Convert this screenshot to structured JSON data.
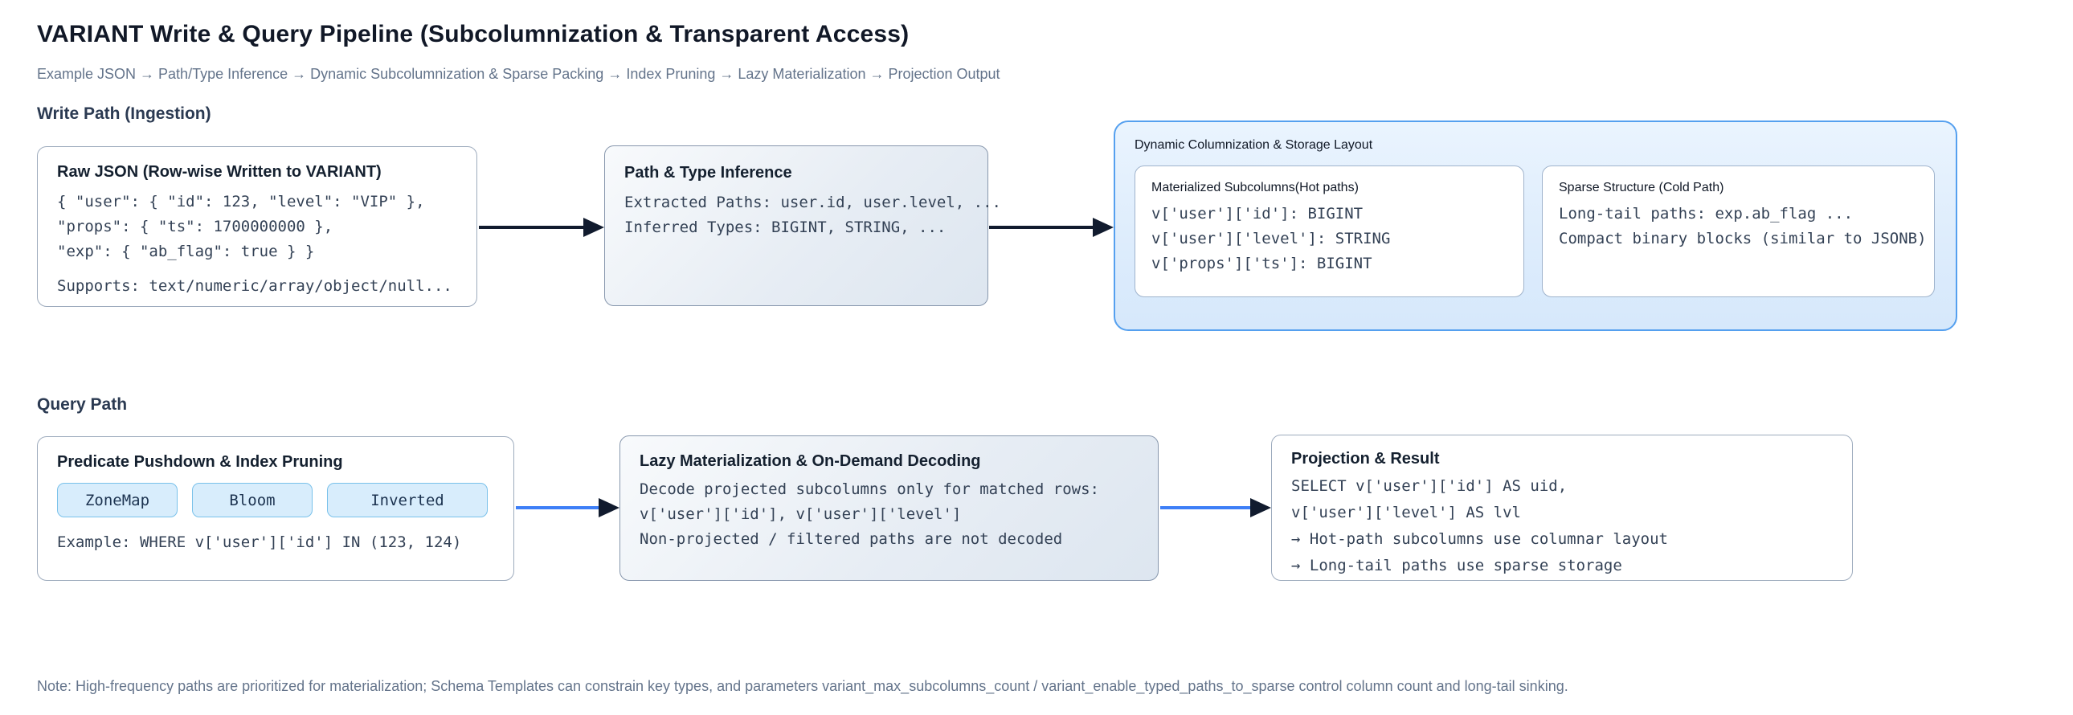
{
  "header": {
    "title": "VARIANT Write & Query Pipeline (Subcolumnization & Transparent Access)",
    "breadcrumb": "Example JSON → Path/Type Inference → Dynamic Subcolumnization & Sparse Packing → Index Pruning → Lazy Materialization → Projection Output"
  },
  "write_path": {
    "section_title": "Write Path (Ingestion)",
    "raw_json": {
      "title": "Raw JSON (Row-wise Written to VARIANT)",
      "lines": [
        "{ \"user\": { \"id\": 123, \"level\": \"VIP\" },",
        "\"props\": { \"ts\": 1700000000 },",
        "\"exp\": { \"ab_flag\": true } }"
      ],
      "footnote": "Supports: text/numeric/array/object/null..."
    },
    "inference": {
      "title": "Path & Type Inference",
      "lines": [
        "Extracted Paths: user.id, user.level, ...",
        "Inferred Types: BIGINT, STRING, ..."
      ]
    },
    "columnization": {
      "title": "Dynamic Columnization & Storage Layout",
      "materialized": {
        "title": "Materialized Subcolumns(Hot paths)",
        "lines": [
          "v['user']['id']: BIGINT",
          "v['user']['level']: STRING",
          "v['props']['ts']: BIGINT"
        ]
      },
      "sparse": {
        "title": "Sparse Structure (Cold Path)",
        "lines": [
          "Long-tail paths: exp.ab_flag ...",
          "Compact binary blocks (similar to JSONB)"
        ]
      }
    }
  },
  "query_path": {
    "section_title": "Query Path",
    "pruning": {
      "title": "Predicate Pushdown & Index Pruning",
      "chips": [
        "ZoneMap",
        "Bloom",
        "Inverted"
      ],
      "example": "Example: WHERE v['user']['id'] IN (123, 124)"
    },
    "lazy": {
      "title": "Lazy Materialization & On-Demand Decoding",
      "lines": [
        "Decode projected subcolumns only for matched rows:",
        "v['user']['id'], v['user']['level']",
        "Non-projected / filtered paths are not decoded"
      ]
    },
    "projection": {
      "title": "Projection & Result",
      "lines": [
        "SELECT v['user']['id'] AS uid,",
        "v['user']['level'] AS lvl",
        "→ Hot-path subcolumns use columnar layout",
        "→ Long-tail paths use sparse storage"
      ]
    }
  },
  "note": "Note: High-frequency paths are prioritized for materialization; Schema Templates can constrain key types, and parameters variant_max_subcolumns_count / variant_enable_typed_paths_to_sparse control column count and long-tail sinking.",
  "colors": {
    "ink": "#111827",
    "muted": "#64748b",
    "mono_ink": "#334155",
    "arrow_navy": "#111b2e",
    "arrow_blue": "#3e7ff7",
    "bigbox_border": "#55a0ef",
    "bigbox_fill_top": "#eaf4fe",
    "bigbox_fill_bottom": "#d6e8fb",
    "chip_fill": "#d8edfc",
    "chip_border": "#79c1ea",
    "box_border": "#9dabbd"
  }
}
